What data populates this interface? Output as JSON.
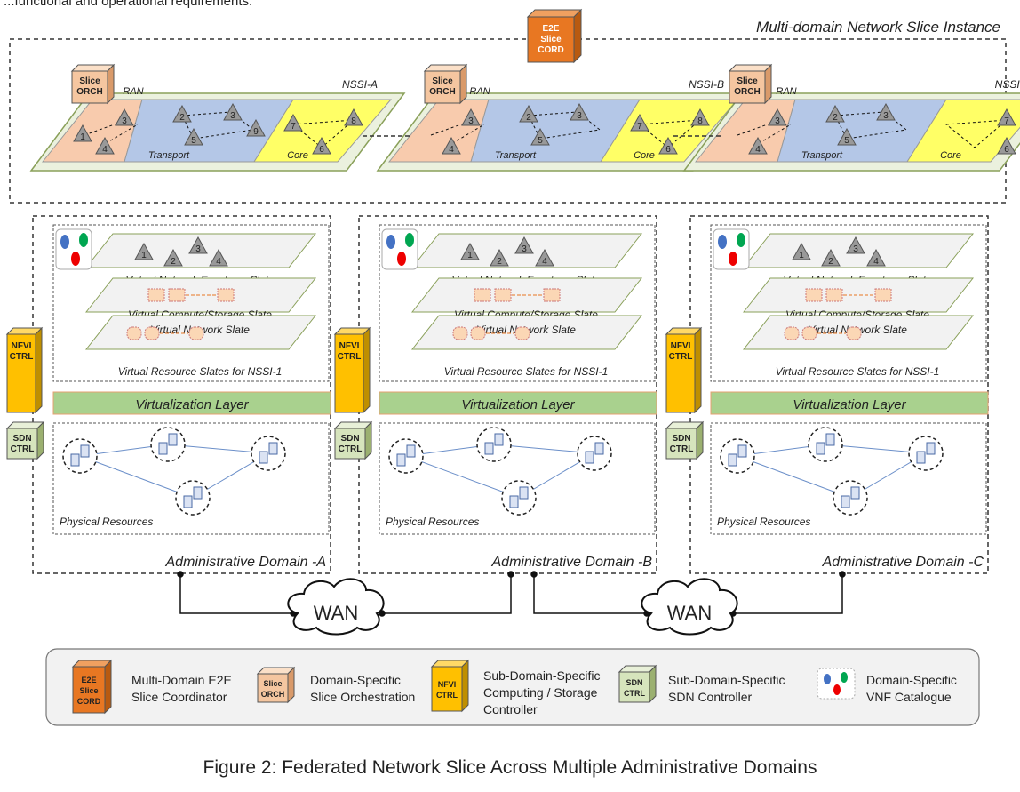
{
  "top_text": "...functional and operational requirements.",
  "mdnsi": {
    "title": "Multi-domain Network Slice Instance",
    "e2e_box": [
      "E2E",
      "Slice",
      "CORD"
    ],
    "slice_orch": [
      "Slice",
      "ORCH"
    ],
    "nssi": [
      {
        "label": "NSSI-A",
        "ran": "RAN",
        "transport": "Transport",
        "core": "Core",
        "ran_nodes": [
          "1",
          "3",
          "4"
        ],
        "transport_nodes": [
          "2",
          "3",
          "5",
          "9"
        ],
        "core_nodes": [
          "7",
          "8",
          "6"
        ]
      },
      {
        "label": "NSSI-B",
        "ran": "RAN",
        "transport": "Transport",
        "core": "Core",
        "ran_nodes": [
          "3",
          "4"
        ],
        "transport_nodes": [
          "2",
          "3",
          "5"
        ],
        "core_nodes": [
          "7",
          "8",
          "6"
        ]
      },
      {
        "label": "NSSI-C",
        "ran": "RAN",
        "transport": "Transport",
        "core": "Core",
        "ran_nodes": [
          "3",
          "4"
        ],
        "transport_nodes": [
          "2",
          "3",
          "5"
        ],
        "core_nodes": [
          "7",
          "6"
        ]
      }
    ]
  },
  "domains": [
    {
      "name": "Administrative Domain -A"
    },
    {
      "name": "Administrative Domain -B"
    },
    {
      "name": "Administrative Domain -C"
    }
  ],
  "domain_common": {
    "vnf_slate": "Virtual Network Functions Slate",
    "compute_slate": "Virtual Compute/Storage Slate",
    "network_slate": "Virtual Network Slate",
    "slates_caption": "Virtual Resource Slates for NSSI-1",
    "virtualization": "Virtualization Layer",
    "physical": "Physical Resources",
    "vnf_labels": [
      "1",
      "2",
      "3",
      "4"
    ],
    "nfvi": [
      "NFVI",
      "CTRL"
    ],
    "sdn": [
      "SDN",
      "CTRL"
    ]
  },
  "wan": [
    "WAN",
    "WAN"
  ],
  "legend": [
    {
      "box": [
        "E2E",
        "Slice",
        "CORD"
      ],
      "text": [
        "Multi-Domain E2E",
        "Slice Coordinator"
      ]
    },
    {
      "box": [
        "Slice",
        "ORCH"
      ],
      "text": [
        "Domain-Specific",
        "Slice Orchestration"
      ]
    },
    {
      "box": [
        "NFVI",
        "CTRL"
      ],
      "text": [
        "Sub-Domain-Specific",
        "Computing / Storage",
        "Controller"
      ]
    },
    {
      "box": [
        "SDN",
        "CTRL"
      ],
      "text": [
        "Sub-Domain-Specific",
        "SDN Controller"
      ]
    },
    {
      "box": [],
      "text": [
        "Domain-Specific",
        "VNF Catalogue"
      ]
    }
  ],
  "caption": "Figure 2: Federated Network Slice Across Multiple Administrative Domains",
  "colors": {
    "e2e": "#e87722",
    "orch": "#f5c6a0",
    "nfvi": "#ffc000",
    "sdn": "#d6e4bc",
    "ran": "#f8cbad",
    "transport": "#b4c7e7",
    "core": "#ffff66",
    "virt": "#a9d18e",
    "slate": "#f2f2f2"
  }
}
